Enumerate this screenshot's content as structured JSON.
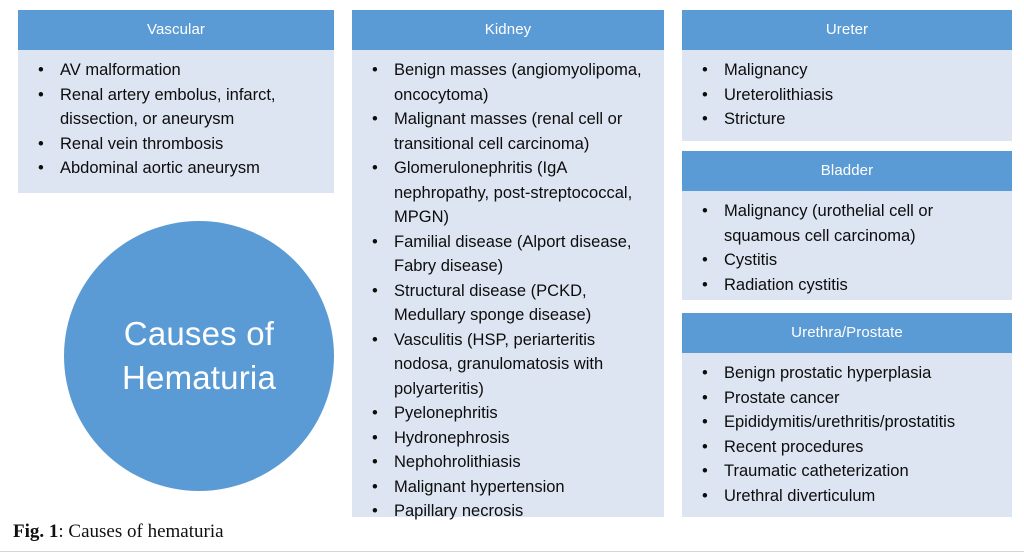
{
  "figure": {
    "caption_number": "Fig. 1",
    "caption_text": ": Causes of hematuria",
    "center_label": "Causes of Hematuria",
    "colors": {
      "header_blue": "#5b9bd5",
      "body_blue": "#dce5f1",
      "circle_blue": "#5b9bd5",
      "text_dark": "#0d0d0d",
      "header_text": "#ffffff"
    },
    "bullet_glyph": "•"
  },
  "boxes": {
    "vascular": {
      "title": "Vascular",
      "items": [
        "AV malformation",
        "Renal artery embolus, infarct, dissection, or aneurysm",
        "Renal vein thrombosis",
        "Abdominal aortic aneurysm"
      ]
    },
    "kidney": {
      "title": "Kidney",
      "items": [
        "Benign masses (angiomyolipoma, oncocytoma)",
        "Malignant masses (renal cell or transitional cell carcinoma)",
        "Glomerulonephritis (IgA nephropathy, post-streptococcal, MPGN)",
        "Familial disease (Alport disease, Fabry disease)",
        "Structural disease (PCKD, Medullary sponge disease)",
        "Vasculitis (HSP, periarteritis nodosa, granulomatosis with polyarteritis)",
        "Pyelonephritis",
        "Hydronephrosis",
        "Nephohrolithiasis",
        "Malignant hypertension",
        "Papillary necrosis"
      ]
    },
    "ureter": {
      "title": "Ureter",
      "items": [
        "Malignancy",
        "Ureterolithiasis",
        "Stricture"
      ]
    },
    "bladder": {
      "title": "Bladder",
      "items": [
        "Malignancy (urothelial cell or squamous cell carcinoma)",
        "Cystitis",
        "Radiation cystitis"
      ]
    },
    "urethra_prostate": {
      "title": "Urethra/Prostate",
      "items": [
        "Benign prostatic hyperplasia",
        "Prostate cancer",
        "Epididymitis/urethritis/prostatitis",
        "Recent procedures",
        "Traumatic catheterization",
        "Urethral diverticulum"
      ]
    }
  }
}
